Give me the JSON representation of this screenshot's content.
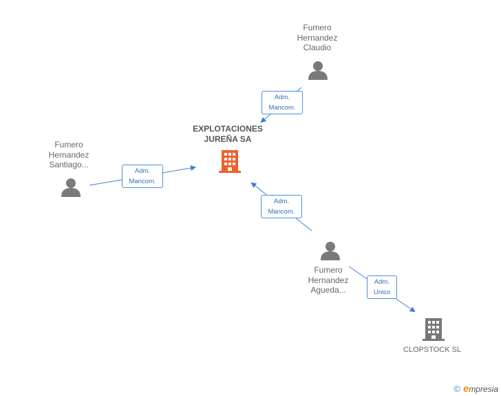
{
  "nodes": {
    "main_company": {
      "name_line1": "EXPLOTACIONES",
      "name_line2": "JUREÑA SA",
      "color": "#f0602a"
    },
    "claudio": {
      "line1": "Fumero",
      "line2": "Hernandez",
      "line3": "Claudio",
      "icon": "person-icon"
    },
    "santiago": {
      "line1": "Fumero",
      "line2": "Hernandez",
      "line3": "Santiago..."
    },
    "agueda": {
      "line1": "Fumero",
      "line2": "Hernandez",
      "line3": "Agueda..."
    },
    "clopstock": {
      "name": "CLOPSTOCK SL",
      "color": "#777777"
    }
  },
  "edges": [
    {
      "from": "claudio",
      "to": "main_company",
      "label_line1": "Adm.",
      "label_line2": "Mancom."
    },
    {
      "from": "santiago",
      "to": "main_company",
      "label_line1": "Adm.",
      "label_line2": "Mancom."
    },
    {
      "from": "agueda",
      "to": "main_company",
      "label_line1": "Adm.",
      "label_line2": "Mancom."
    },
    {
      "from": "agueda",
      "to": "clopstock",
      "label_line1": "Adm.",
      "label_line2": "Unico"
    }
  ],
  "footer": {
    "copyright_symbol": "©",
    "brand_initial": "e",
    "brand_rest": "mpresia"
  },
  "colors": {
    "edge": "#3a7fd6",
    "person": "#7a7a7a",
    "badge_border": "#4a8fdc"
  }
}
